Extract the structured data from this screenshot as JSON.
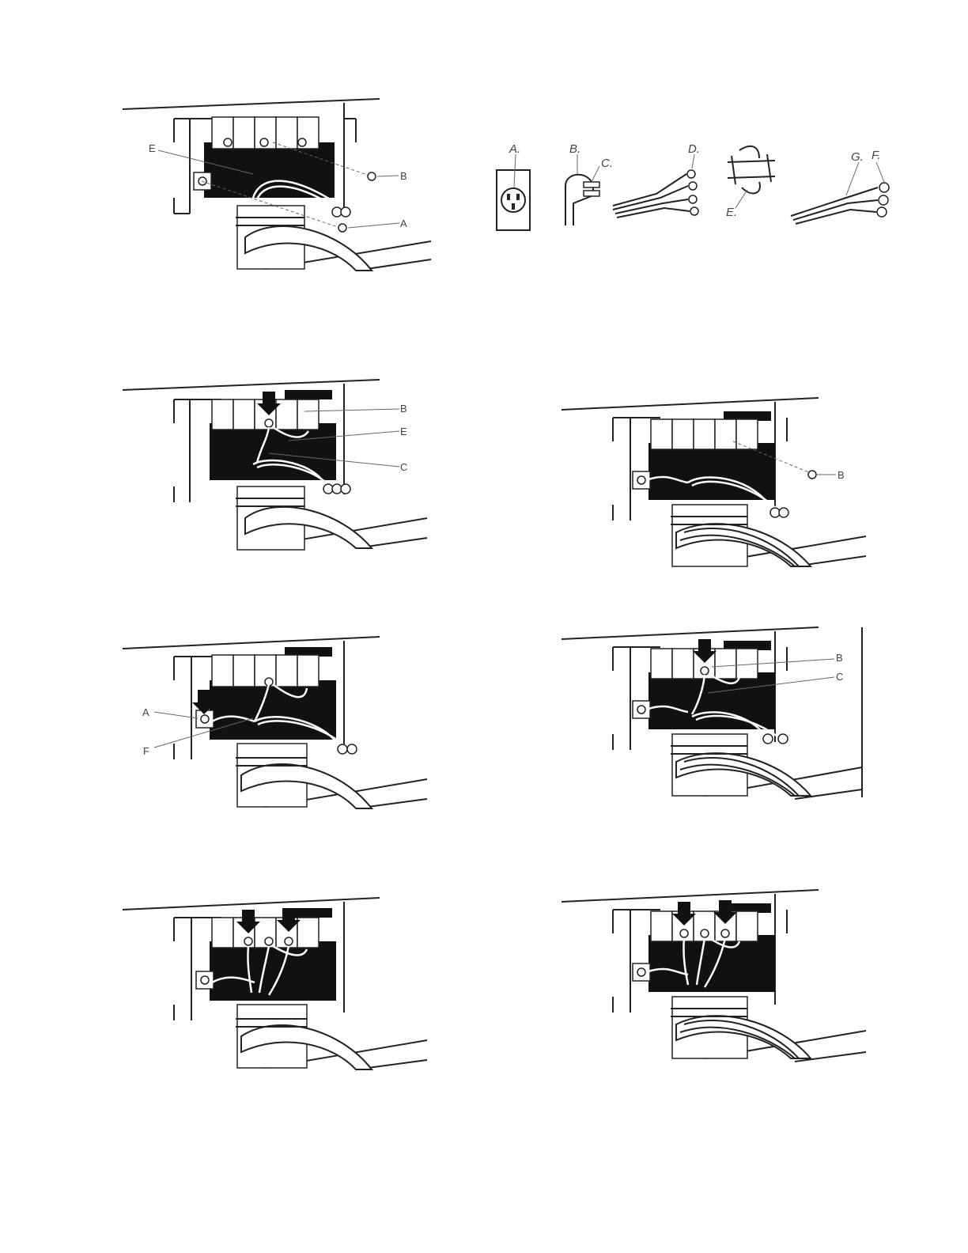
{
  "figures": [
    {
      "id": "fig1",
      "labels": [
        "E",
        "B",
        "A"
      ]
    },
    {
      "id": "fig2",
      "labels": [
        "A.",
        "B.",
        "C.",
        "D.",
        "E.",
        "F.",
        "G."
      ]
    },
    {
      "id": "fig3",
      "labels": [
        "B",
        "E",
        "C"
      ]
    },
    {
      "id": "fig4",
      "labels": [
        "B"
      ]
    },
    {
      "id": "fig5",
      "labels": [
        "A",
        "F"
      ]
    },
    {
      "id": "fig6",
      "labels": [
        "B",
        "C"
      ]
    },
    {
      "id": "fig7",
      "labels": []
    },
    {
      "id": "fig8",
      "labels": []
    }
  ]
}
